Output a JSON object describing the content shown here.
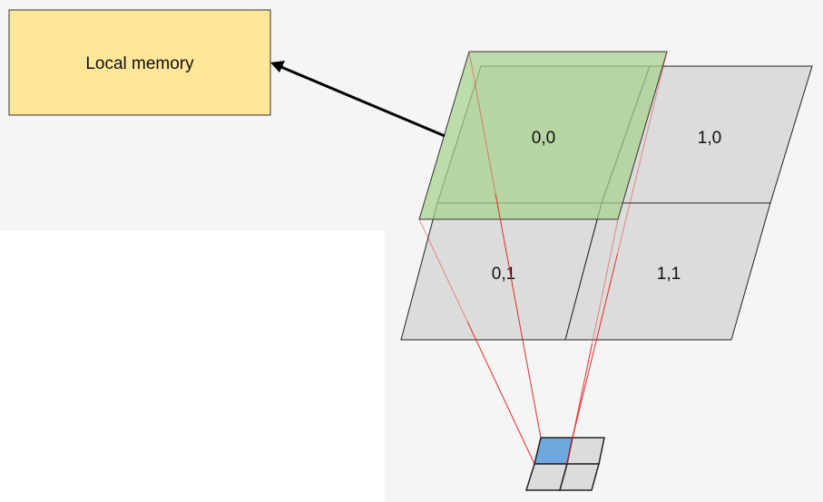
{
  "memory_box": {
    "label": "Local memory",
    "fill": "#FFE699",
    "stroke": "#333333"
  },
  "tiles": [
    {
      "id": "tile-0-0",
      "label": "0,0"
    },
    {
      "id": "tile-1-0",
      "label": "1,0"
    },
    {
      "id": "tile-0-1",
      "label": "0,1"
    },
    {
      "id": "tile-1-1",
      "label": "1,1"
    }
  ],
  "colors": {
    "background_panel": "#F5F5F5",
    "grid_fill": "#DCDCDC",
    "highlight_fill": "#A9D18E",
    "small_highlight": "#6FA8DC",
    "projection_lines": "#E02020",
    "arrow": "#000000"
  }
}
